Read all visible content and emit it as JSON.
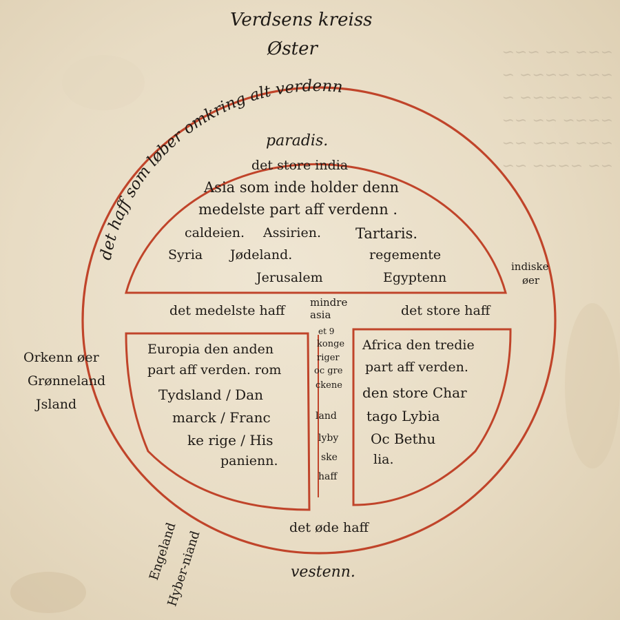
{
  "title": "Verdsens kreiss",
  "orientation_top": "Øster",
  "orientation_bottom": "vestenn.",
  "ocean_label": "det haff som løber omkring alt verdenn",
  "asia": {
    "paradise": "paradis.",
    "lines": [
      "det store india",
      "Asia som inde holder denn",
      "medelste part aff verdenn ."
    ],
    "regions": [
      "caldeien.",
      "Assirien.",
      "Tartaris.",
      "Syria",
      "Jødeland.",
      "regemente",
      "Jerusalem",
      "Egyptenn"
    ]
  },
  "seas": {
    "mediterranean": "det medelste haff",
    "great": "det store haff",
    "desolate": "det øde haff",
    "indian_lines": [
      "indiske",
      "øer"
    ]
  },
  "minor_asia_lines": [
    "mindre",
    "asia"
  ],
  "divider_lines": [
    "et 9",
    "konge",
    "riger",
    "oc gre",
    "ckene",
    "land",
    "lyby",
    "ske",
    "haff"
  ],
  "europe_lines": [
    "Europia den anden",
    "part aff verden. rom",
    "Tydsland / Dan",
    "marck / Franc",
    "ke rige / His",
    "panienn."
  ],
  "africa_lines": [
    "Africa den tredie",
    "part aff verden.",
    "den store Char",
    "tago Lybia",
    "Oc Bethu",
    "lia."
  ],
  "west_islands": [
    "Orkenn øer",
    "Grønneland",
    "Jsland"
  ],
  "bottom_islands": [
    "Engeland",
    "Hyber-niand"
  ],
  "ink_red": "#c0442a",
  "ink_brown": "#1e1a16"
}
